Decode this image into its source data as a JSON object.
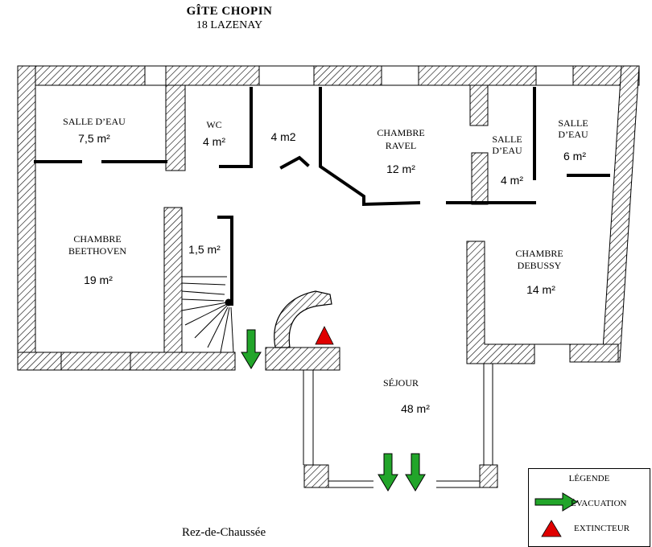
{
  "header": {
    "title": "GÎTE  CHOPIN",
    "subtitle": "18 LAZENAY"
  },
  "rooms": {
    "salle_eau_1": {
      "label": "SALLE D’EAU",
      "area": "7,5 m²"
    },
    "wc": {
      "label": "WC",
      "area": "4 m²"
    },
    "room_4m2": {
      "area": "4 m2"
    },
    "ravel": {
      "label1": "CHAMBRE",
      "label2": "RAVEL",
      "area": "12 m²"
    },
    "salle_eau_2": {
      "label1": "SALLE",
      "label2": "D’EAU",
      "area": "4 m²"
    },
    "salle_eau_3": {
      "label1": "SALLE",
      "label2": "D’EAU",
      "area": "6 m²"
    },
    "beethoven": {
      "label1": "CHAMBRE",
      "label2": "BEETHOVEN",
      "area": "19 m²"
    },
    "stairs": {
      "area": "1,5 m²"
    },
    "debussy": {
      "label1": "CHAMBRE",
      "label2": "DEBUSSY",
      "area": "14 m²"
    },
    "sejour": {
      "label": "SÉJOUR",
      "area": "48 m²"
    }
  },
  "footer": {
    "floor": "Rez-de-Chaussée"
  },
  "legend": {
    "title": "LÉGENDE",
    "evacuation": "ÉVACUATION",
    "extinguisher": "EXTINCTEUR"
  },
  "colors": {
    "evacuation_arrow": "#22a52a",
    "extinguisher": "#e00000",
    "wall": "#000000"
  }
}
